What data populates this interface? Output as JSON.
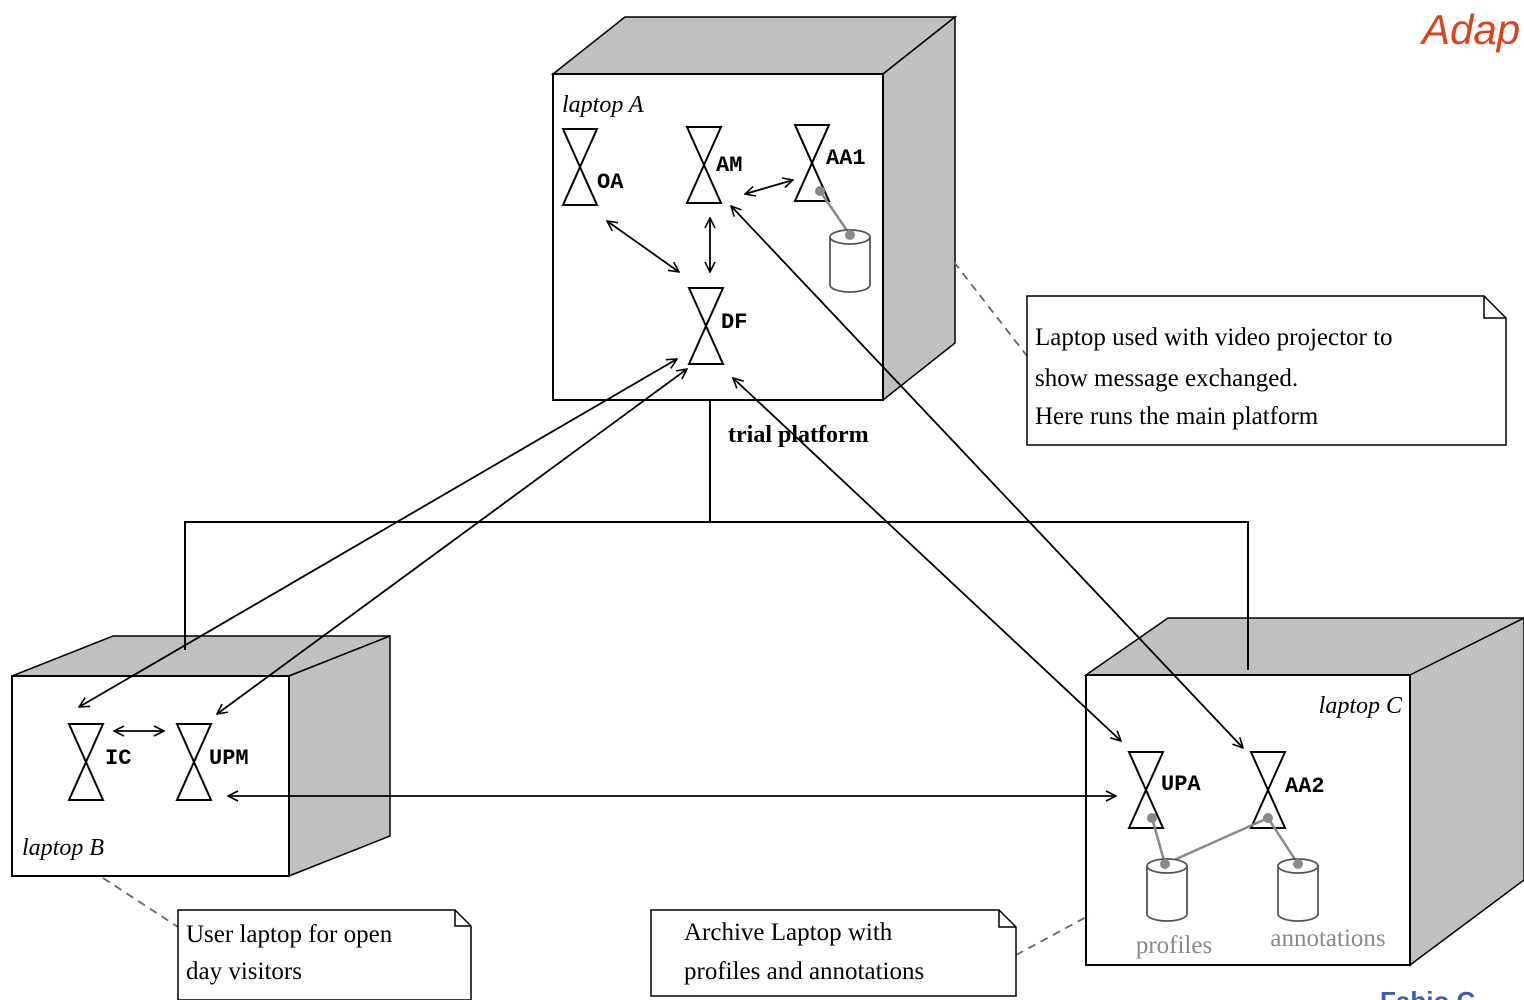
{
  "header": {
    "title_fragment": "Adap",
    "footer_fragment": "Fabio C"
  },
  "colors": {
    "accent": "#d9431f",
    "footer": "#3c5fa8",
    "box_side": "#c0c0c0",
    "db_gray": "#8a8a8a",
    "line": "#000000"
  },
  "laptops": {
    "a": {
      "label": "laptop A",
      "caption": "trial platform"
    },
    "b": {
      "label": "laptop B"
    },
    "c": {
      "label": "laptop C"
    }
  },
  "agents": {
    "oa": "OA",
    "am": "AM",
    "aa1": "AA1",
    "df": "DF",
    "ic": "IC",
    "upm": "UPM",
    "upa": "UPA",
    "aa2": "AA2"
  },
  "databases": {
    "profiles": "profiles",
    "annotations": "annotations"
  },
  "notes": {
    "a": {
      "line1": "Laptop used with video projector to",
      "line2": "show message exchanged.",
      "line3": "Here runs the main platform"
    },
    "b": {
      "line1": "User laptop for open",
      "line2": "day visitors"
    },
    "c": {
      "line1": "Archive Laptop with",
      "line2": "profiles and annotations"
    }
  }
}
